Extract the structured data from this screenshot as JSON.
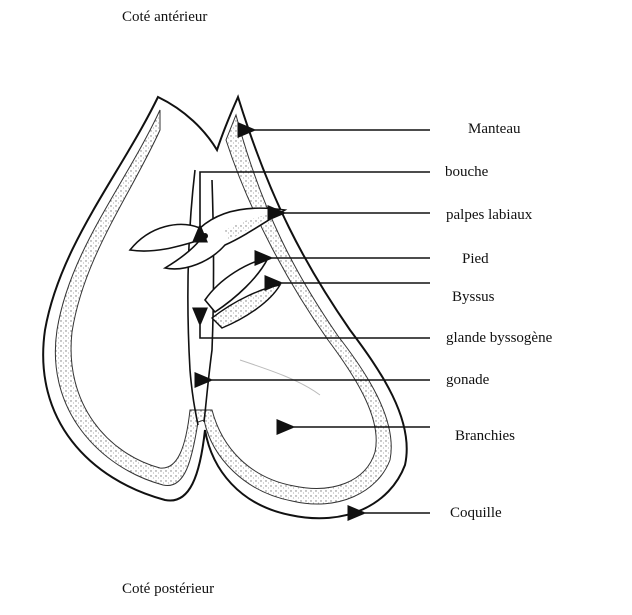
{
  "orientation": {
    "top": "Coté antérieur",
    "bottom": "Coté postérieur"
  },
  "labels": [
    {
      "key": "manteau",
      "text": "Manteau"
    },
    {
      "key": "bouche",
      "text": "bouche"
    },
    {
      "key": "palpes",
      "text": "palpes labiaux"
    },
    {
      "key": "pied",
      "text": "Pied"
    },
    {
      "key": "byssus",
      "text": "Byssus"
    },
    {
      "key": "glande",
      "text": "glande byssogène"
    },
    {
      "key": "gonade",
      "text": "gonade"
    },
    {
      "key": "branchies",
      "text": "Branchies"
    },
    {
      "key": "coquille",
      "text": "Coquille"
    }
  ],
  "colors": {
    "ink": "#111111",
    "stipple": "#8a8a8a"
  }
}
